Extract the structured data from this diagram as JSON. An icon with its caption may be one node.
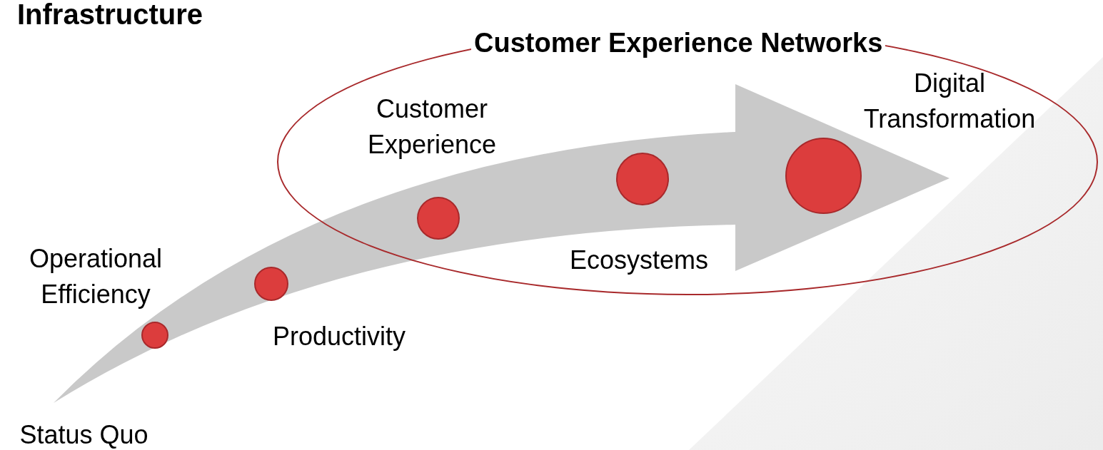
{
  "diagram": {
    "title": "Infrastructure",
    "nodes": [
      {
        "text": [
          "Customer Experience Networks"
        ]
      },
      {
        "text": [],
        "shape": "circle",
        "beside": [
          "Operational Efficiency"
        ]
      },
      {
        "text": [],
        "shape": "circle",
        "beside": [
          "Productivity"
        ]
      },
      {
        "text": [],
        "shape": "circle",
        "in": 0,
        "beside": [
          "Customer Experience"
        ]
      },
      {
        "text": [],
        "shape": "circle",
        "in": 0,
        "beside": [
          "Ecosystems"
        ]
      },
      {
        "text": [],
        "shape": "circle",
        "in": 0,
        "beside": [
          "Digital Transformation"
        ]
      }
    ],
    "labels": [
      "Status Quo"
    ]
  }
}
